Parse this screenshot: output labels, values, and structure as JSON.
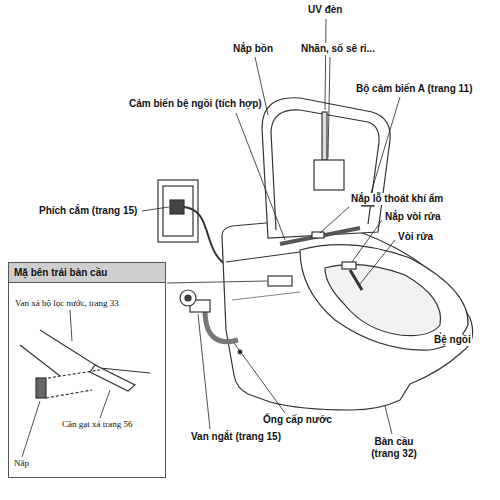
{
  "diagram": {
    "nodes": [
      {
        "text": [
          "Mặ bên trái bàn cầu",
          "Van xả bộ lọc nước, trang 33",
          "Cần gạt xả trang 56",
          "Nắp"
        ]
      }
    ],
    "labels": [
      "UV đèn",
      "Nắp bồn",
      "Nhãn, số sê ri...",
      "Bộ cảm biến A (trang 11)",
      "Cảm biến bệ ngồi (tích hợp)",
      "Phích cắm (trang 15)",
      "Nắp lỗ thoát khí ẩm",
      "Nắp vòi rửa",
      "Vòi rửa",
      "Bệ ngồi",
      "Ống cấp nước",
      "Van ngắt (trang 15)",
      "Bàn cầu (trang 32)"
    ]
  }
}
